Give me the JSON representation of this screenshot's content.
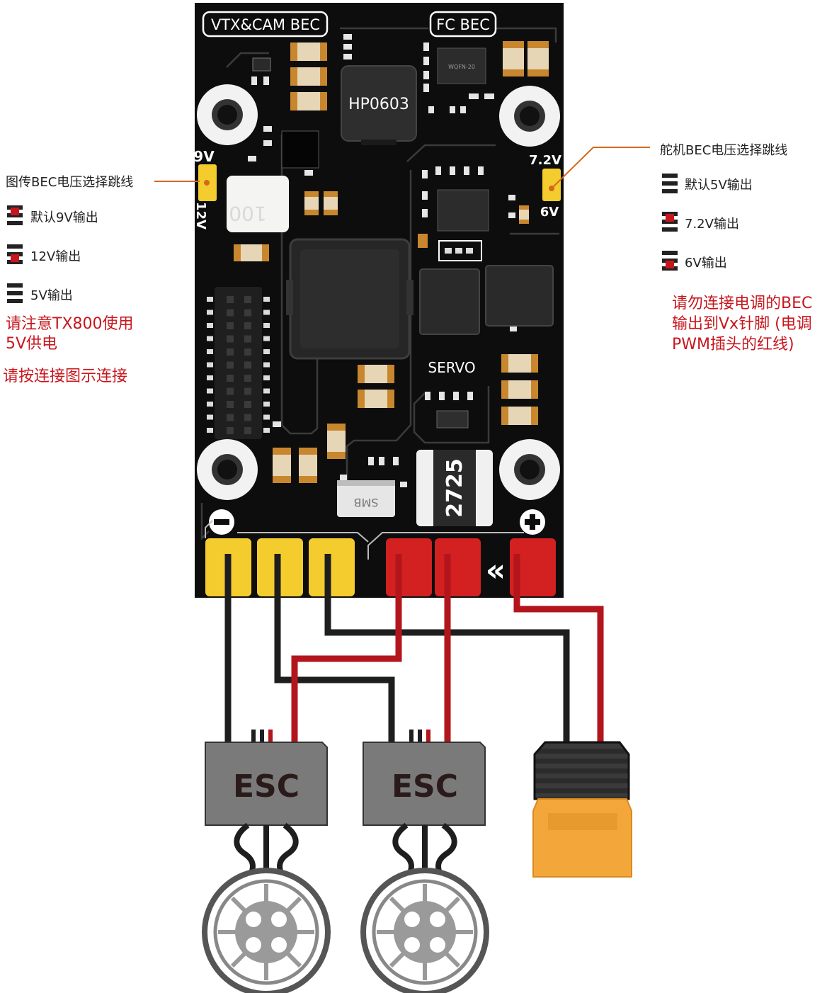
{
  "colors": {
    "pcb": "#0d0d0d",
    "copper": "#c8872e",
    "neg_connector": "#f4cc2e",
    "pos_connector": "#d32020",
    "wire_black": "#1e1e1e",
    "wire_red": "#b3151c",
    "esc_gray": "#7a7a7a",
    "xt60_orange": "#f3a73a",
    "annotation_red": "#c8161d",
    "leader_line": "#d2691e"
  },
  "board": {
    "vtx_bec_label": "VTX&CAM BEC",
    "fc_bec_label": "FC BEC",
    "inductor_label": "HP0603",
    "qfn_label": "WQFN-20",
    "inductor2_label": "100",
    "servo_label": "SERVO",
    "shunt_label": "2725",
    "diode_label": "SMB",
    "pad_9v": "9V",
    "pad_12v": "12V",
    "pad_72v": "7.2V",
    "pad_6v": "6V",
    "arrow_glyph": "«"
  },
  "left_legend": {
    "title": "图传BEC电压选择跳线",
    "items": [
      {
        "label": "默认9V输出",
        "icon": "jumper-top-bridged-icon"
      },
      {
        "label": "12V输出",
        "icon": "jumper-bottom-bridged-icon"
      },
      {
        "label": "5V输出",
        "icon": "jumper-open-icon"
      }
    ],
    "note1": "请注意TX800使用",
    "note2": "5V供电",
    "note3": "请按连接图示连接"
  },
  "right_legend": {
    "title": "舵机BEC电压选择跳线",
    "items": [
      {
        "label": "默认5V输出",
        "icon": "jumper-open-icon"
      },
      {
        "label": "7.2V输出",
        "icon": "jumper-top-bridged-icon"
      },
      {
        "label": "6V输出",
        "icon": "jumper-bottom-bridged-icon"
      }
    ],
    "note1": "请勿连接电调的BEC",
    "note2": "输出到Vx针脚 (电调",
    "note3": "PWM插头的红线)"
  },
  "esc": [
    {
      "label": "ESC"
    },
    {
      "label": "ESC"
    }
  ]
}
